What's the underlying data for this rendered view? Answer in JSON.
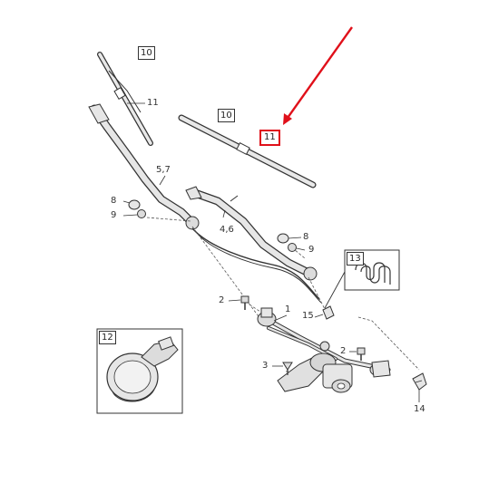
{
  "diagram": {
    "highlight_color": "#e0101a",
    "line_color": "#333333",
    "callouts": {
      "c10a": "10",
      "c10b": "10",
      "c11_highlight": "11",
      "c11_arm": "11",
      "c57": "5,7",
      "c8a": "8",
      "c9a": "9",
      "c46": "4,6",
      "c8b": "8",
      "c9b": "9",
      "c13": "13",
      "c2a": "2",
      "c1": "1",
      "c15": "15",
      "c12": "12",
      "c3": "3",
      "c2b": "2",
      "c14": "14"
    }
  }
}
